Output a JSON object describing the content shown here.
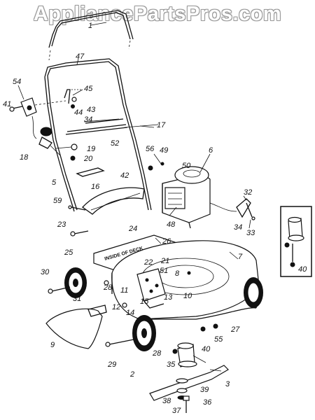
{
  "watermark": "AppliancePartsPros.com",
  "deck_label": "INSIDE OF DECK",
  "inset_part_label": "40",
  "part_labels": [
    "1",
    "47",
    "54",
    "45",
    "41",
    "44",
    "43",
    "34",
    "17",
    "18",
    "19",
    "52",
    "20",
    "56",
    "49",
    "6",
    "50",
    "5",
    "16",
    "42",
    "32",
    "59",
    "48",
    "23",
    "34",
    "33",
    "24",
    "26",
    "25",
    "7",
    "21",
    "22",
    "51",
    "8",
    "30",
    "28",
    "11",
    "31",
    "12",
    "15",
    "13",
    "10",
    "14",
    "27",
    "9",
    "55",
    "40",
    "29",
    "2",
    "28",
    "35",
    "3",
    "39",
    "38",
    "37",
    "36"
  ]
}
